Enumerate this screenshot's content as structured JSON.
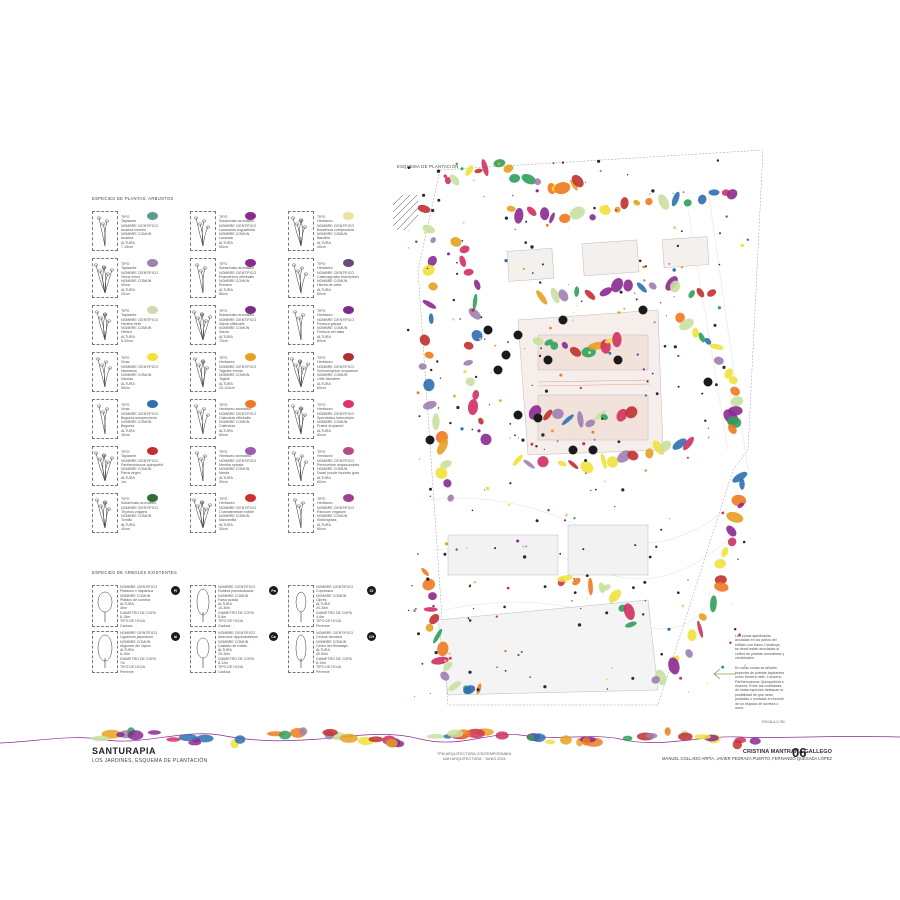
{
  "header": {
    "plants_title": "ESPECIES DE PLANTAS, ARBUSTOS",
    "trees_title": "ESPECIES DE ÁRBOLES EXISTENTES",
    "map_title": "ESQUEMA DE PLANTACIÓN"
  },
  "plants": [
    {
      "lines": [
        "TIPO",
        "Tapizante",
        "NOMBRE CIENTÍFICO",
        "Acaena inermis",
        "NOMBRE COMÚN",
        "Acaena",
        "ALTURA",
        "7-15cm"
      ],
      "color": "#5b9e8f"
    },
    {
      "lines": [
        "TIPO",
        "Subarbusto aromático",
        "NOMBRE CIENTÍFICO",
        "Lavandula angustifolia",
        "NOMBRE COMÚN",
        "Lavanda",
        "ALTURA",
        "60cm"
      ],
      "color": "#8a2a90"
    },
    {
      "lines": [
        "TIPO",
        "Herbáceo",
        "NOMBRE CIENTÍFICO",
        "Bouteloua curtipendula",
        "NOMBRE COMÚN",
        "Bandilla",
        "ALTURA",
        "40cm"
      ],
      "color": "#e8e5a0"
    },
    {
      "lines": [
        "TIPO",
        "Tapizante",
        "NOMBRE CIENTÍFICO",
        "Vinca minor",
        "NOMBRE COMÚN",
        "Vinca",
        "ALTURA",
        "20cm"
      ],
      "color": "#9d7fb0"
    },
    {
      "lines": [
        "TIPO",
        "Subarbusto aromático",
        "NOMBRE CIENTÍFICO",
        "Rosmarinus officinalis",
        "NOMBRE COMÚN",
        "Romero",
        "ALTURA",
        "80cm"
      ],
      "color": "#8a2a90"
    },
    {
      "lines": [
        "TIPO",
        "Herbáceo",
        "NOMBRE CIENTÍFICO",
        "Calamagrostis brachytricha",
        "NOMBRE COMÚN",
        "Hierba de caña",
        "ALTURA",
        "80cm"
      ],
      "color": "#6a4a7a"
    },
    {
      "lines": [
        "TIPO",
        "Tapizante",
        "NOMBRE CIENTÍFICO",
        "Hedera helix",
        "NOMBRE COMÚN",
        "Hiedra",
        "ALTURA",
        "5-20cm"
      ],
      "color": "#cfd8b0"
    },
    {
      "lines": [
        "TIPO",
        "Subarbusto aromático",
        "NOMBRE CIENTÍFICO",
        "Salvia officinalis",
        "NOMBRE COMÚN",
        "Salvia",
        "ALTURA",
        "70cm"
      ],
      "color": "#7b2d8e"
    },
    {
      "lines": [
        "TIPO",
        "Herbáceo",
        "NOMBRE CIENTÍFICO",
        "Festuca glauca",
        "NOMBRE COMÚN",
        "Festuca del atlas",
        "ALTURA",
        "60cm"
      ],
      "color": "#7b2d8e"
    },
    {
      "lines": [
        "TIPO",
        "Vivaz",
        "NOMBRE CIENTÍFICO",
        "Narcissus",
        "NOMBRE COMÚN",
        "Narciso",
        "ALTURA",
        "50cm"
      ],
      "color": "#f0e13a"
    },
    {
      "lines": [
        "TIPO",
        "Herbáceo",
        "NOMBRE CIENTÍFICO",
        "Tagetes erecta",
        "NOMBRE COMÚN",
        "Tagete",
        "ALTURA",
        "20-110cm"
      ],
      "color": "#e8a020"
    },
    {
      "lines": [
        "TIPO",
        "Herbáceo",
        "NOMBRE CIENTÍFICO",
        "Schizachyrium scoparium",
        "NOMBRE COMÚN",
        "Little bluestem",
        "ALTURA",
        "60cm"
      ],
      "color": "#b03030"
    },
    {
      "lines": [
        "TIPO",
        "Vivaz",
        "NOMBRE CIENTÍFICO",
        "Begonia sempervirens",
        "NOMBRE COMÚN",
        "Begonia",
        "ALTURA",
        "40cm"
      ],
      "color": "#2f6fb0"
    },
    {
      "lines": [
        "TIPO",
        "Herbáceo aromático",
        "NOMBRE CIENTÍFICO",
        "Calendula officinalis",
        "NOMBRE COMÚN",
        "Caléndula",
        "ALTURA",
        "60cm"
      ],
      "color": "#f07a20"
    },
    {
      "lines": [
        "TIPO",
        "Herbáceo",
        "NOMBRE CIENTÍFICO",
        "Sporobolus heterolepis",
        "NOMBRE COMÚN",
        "Prairie dropseed",
        "ALTURA",
        "60cm"
      ],
      "color": "#e03070"
    },
    {
      "lines": [
        "TIPO",
        "Tapizante",
        "NOMBRE CIENTÍFICO",
        "Parthenocissus quinquefolia",
        "NOMBRE COMÚN",
        "Parra virgen",
        "ALTURA",
        "1m"
      ],
      "color": "#c03030"
    },
    {
      "lines": [
        "TIPO",
        "Herbáceo aromático",
        "NOMBRE CIENTÍFICO",
        "Mentha spicata",
        "NOMBRE COMÚN",
        "Menta",
        "ALTURA",
        "30cm"
      ],
      "color": "#a05ab0"
    },
    {
      "lines": [
        "TIPO",
        "Herbáceo",
        "NOMBRE CIENTÍFICO",
        "Pennisetum alopecuroides",
        "NOMBRE COMÚN",
        "Dwarf purple fountain grass",
        "ALTURA",
        "60cm"
      ],
      "color": "#b84a8a"
    },
    {
      "lines": [
        "TIPO",
        "Subarbusto aromático",
        "NOMBRE CIENTÍFICO",
        "Thymus vulgaris",
        "NOMBRE COMÚN",
        "Tomillo",
        "ALTURA",
        "40cm"
      ],
      "color": "#2f6e3a"
    },
    {
      "lines": [
        "TIPO",
        "Herbáceo",
        "NOMBRE CIENTÍFICO",
        "Chamaemelum nobile",
        "NOMBRE COMÚN",
        "Manzanilla",
        "ALTURA",
        "30cm"
      ],
      "color": "#d03030"
    },
    {
      "lines": [
        "TIPO",
        "Herbáceo",
        "NOMBRE CIENTÍFICO",
        "Panicum virgatum",
        "NOMBRE COMÚN",
        "Switchgrass",
        "ALTURA",
        "80cm"
      ],
      "color": "#a04090"
    }
  ],
  "trees": [
    {
      "badge": "Pl",
      "lines": [
        "NOMBRE CIENTÍFICO",
        "Platanus x hispanica",
        "NOMBRE COMÚN",
        "Plátano de sombra",
        "ALTURA",
        "40m",
        "DIÁMETRO DE COPA",
        "8-15m",
        "TIPO DE HOJA",
        "Caduca"
      ]
    },
    {
      "badge": "Pa",
      "lines": [
        "NOMBRE CIENTÍFICO",
        "Robinia pseudoacacia",
        "NOMBRE COMÚN",
        "Falsa acacia",
        "ALTURA",
        "15-30m",
        "DIÁMETRO DE COPA",
        "8-8m",
        "TIPO DE HOJA",
        "Caduca"
      ]
    },
    {
      "badge": "Cf",
      "lines": [
        "NOMBRE CIENTÍFICO",
        "Cupressus",
        "NOMBRE COMÚN",
        "Ciprés",
        "ALTURA",
        "20-30m",
        "DIÁMETRO DE COPA",
        "4-6m",
        "TIPO DE HOJA",
        "Perenne"
      ]
    },
    {
      "badge": "Al",
      "lines": [
        "NOMBRE CIENTÍFICO",
        "Ligustrum japonicum",
        "NOMBRE COMÚN",
        "Aligustre del Japón",
        "ALTURA",
        "8-10m",
        "DIÁMETRO DE COPA",
        "7m",
        "TIPO DE HOJA",
        "Perenne"
      ]
    },
    {
      "badge": "Ca",
      "lines": [
        "NOMBRE CIENTÍFICO",
        "Aesculus hippocastanum",
        "NOMBRE COMÚN",
        "Castaño de Indias",
        "ALTURA",
        "25-30m",
        "DIÁMETRO DE COPA",
        "8-12m",
        "TIPO DE HOJA",
        "Caduca"
      ]
    },
    {
      "badge": "CH",
      "lines": [
        "NOMBRE CIENTÍFICO",
        "Cedrus deodara",
        "NOMBRE COMÚN",
        "Cedro del Himalaya",
        "ALTURA",
        "40-50m",
        "DIÁMETRO DE COPA",
        "8-10m",
        "TIPO DE HOJA",
        "Perenne"
      ]
    }
  ],
  "legend": {
    "p1": "Las zonas ajardinadas anuladas en los patios del edificio con tramo Caraboys, se decid están asociadas al cultivo de plantas aromáticas y medicinales.",
    "p2": "En estas zonas se añaden especies de plantas tapizantes como Hedera helix, Lonicera, Parthenocissus Quinquefolia o Acaena. Entre las cualidades de estas especies destacan la posibilidad de que sean podadas o cortadas en función de un espacio de sombra o muro."
  },
  "scale": "ESCALA 1:750",
  "footer": {
    "title": "SANTURAPIA",
    "subtitle": "LOS JARDINES, ESQUEMA DE PLANTACIÓN",
    "center1": "TFM ARQUITECTURA CONTEMPORÁNEA",
    "center2": "UAH ARQUITECTURA · JUNIO 2024",
    "author": "CRISTINA MANTRANA GALLEGO",
    "tutors": "MANUEL COLLADO ARPÍA, JAVIER PEDRAZA PUERTO, FERNANDO QUESADA LÓPEZ",
    "page": "06"
  },
  "colors": [
    "#8a2a90",
    "#f0e13a",
    "#2fa05a",
    "#e8a020",
    "#2f6fb0",
    "#d03060",
    "#9d7fb0",
    "#c9e0a0",
    "#f07a20",
    "#c03030"
  ]
}
